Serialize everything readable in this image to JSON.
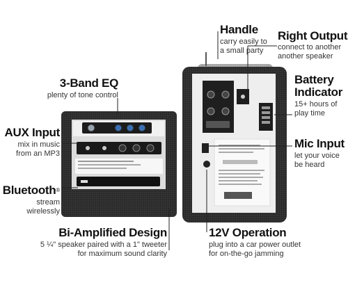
{
  "callouts": {
    "handle": {
      "title": "Handle",
      "line1": "carry easily to",
      "line2": "a small party"
    },
    "right_output": {
      "title": "Right Output",
      "line1": "connect to another",
      "line2": "another speaker"
    },
    "eq": {
      "title": "3-Band EQ",
      "line1": "plenty of tone control"
    },
    "battery": {
      "title1": "Battery",
      "title2": "Indicator",
      "line1": "15+ hours of",
      "line2": "play time"
    },
    "aux": {
      "title": "AUX Input",
      "line1": "mix in music",
      "line2": "from an MP3"
    },
    "mic": {
      "title": "Mic Input",
      "line1": "let your voice",
      "line2": "be heard"
    },
    "bluetooth": {
      "title": "Bluetooth",
      "reg": "®",
      "line1": "stream",
      "line2": "wirelessly"
    },
    "biamp": {
      "title": "Bi-Amplified Design",
      "line1": "5 ¼\" speaker paired with a 1\" tweeter",
      "line2": "for maximum sound clarity"
    },
    "v12": {
      "title": "12V Operation",
      "line1": "plug into a car power outlet",
      "line2": "for on-the-go jamming"
    }
  },
  "colors": {
    "cabinet": "#2a2a2a",
    "panel": "#e9e9e9",
    "knob_blue": "#3b6fb0",
    "plate": "#f4f4f4"
  }
}
